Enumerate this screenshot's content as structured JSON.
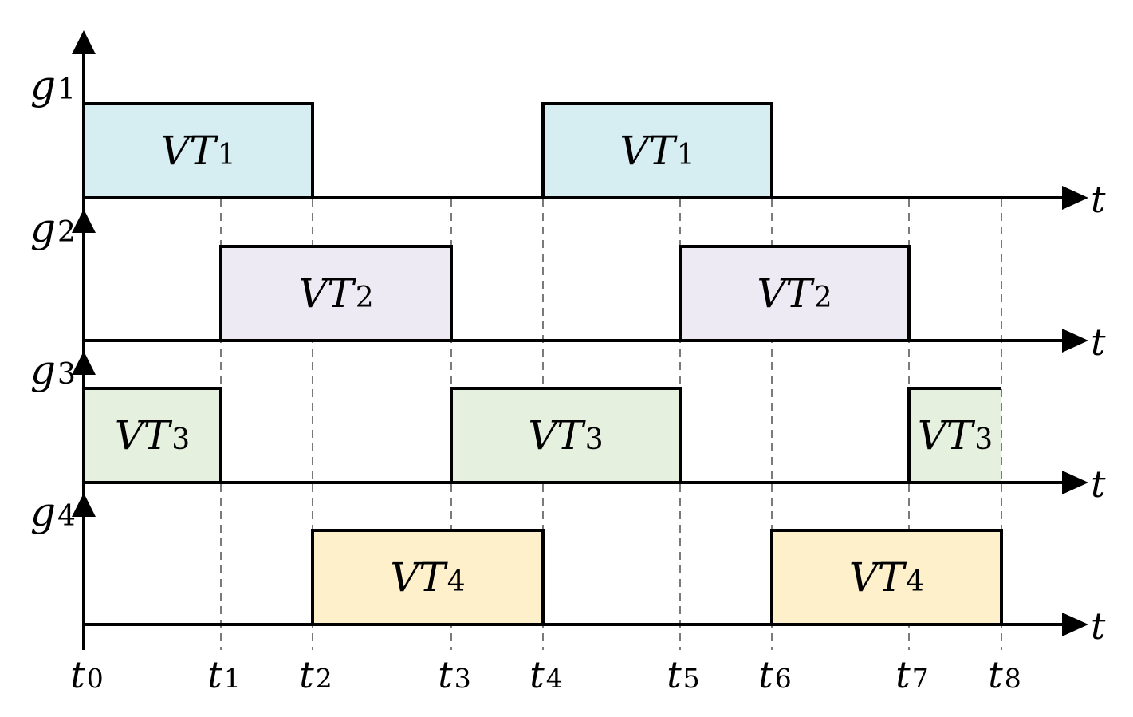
{
  "diagram": {
    "time_ticks": [
      {
        "var": "t",
        "sub": "0"
      },
      {
        "var": "t",
        "sub": "1"
      },
      {
        "var": "t",
        "sub": "2"
      },
      {
        "var": "t",
        "sub": "3"
      },
      {
        "var": "t",
        "sub": "4"
      },
      {
        "var": "t",
        "sub": "5"
      },
      {
        "var": "t",
        "sub": "6"
      },
      {
        "var": "t",
        "sub": "7"
      },
      {
        "var": "t",
        "sub": "8"
      }
    ],
    "axis_label": "t",
    "rows": [
      {
        "signal": {
          "var": "g",
          "sub": "1"
        },
        "fill_color": "#d6edf2",
        "pulses": [
          {
            "start": 0,
            "end": 2,
            "label": {
              "var": "VT",
              "sub": "1"
            }
          },
          {
            "start": 4,
            "end": 6,
            "label": {
              "var": "VT",
              "sub": "1"
            }
          }
        ]
      },
      {
        "signal": {
          "var": "g",
          "sub": "2"
        },
        "fill_color": "#eeeaf3",
        "pulses": [
          {
            "start": 1,
            "end": 3,
            "label": {
              "var": "VT",
              "sub": "2"
            }
          },
          {
            "start": 5,
            "end": 7,
            "label": {
              "var": "VT",
              "sub": "2"
            }
          }
        ]
      },
      {
        "signal": {
          "var": "g",
          "sub": "3"
        },
        "fill_color": "#e6f0de",
        "pulses": [
          {
            "start": 0,
            "end": 1,
            "label": {
              "var": "VT",
              "sub": "3"
            }
          },
          {
            "start": 3,
            "end": 5,
            "label": {
              "var": "VT",
              "sub": "3"
            }
          },
          {
            "start": 7,
            "end": 8,
            "label": {
              "var": "VT",
              "sub": "3"
            },
            "open_right": true
          }
        ]
      },
      {
        "signal": {
          "var": "g",
          "sub": "4"
        },
        "fill_color": "#fdf0cb",
        "pulses": [
          {
            "start": 2,
            "end": 4,
            "label": {
              "var": "VT",
              "sub": "4"
            }
          },
          {
            "start": 6,
            "end": 8,
            "label": {
              "var": "VT",
              "sub": "4"
            }
          }
        ]
      }
    ]
  }
}
